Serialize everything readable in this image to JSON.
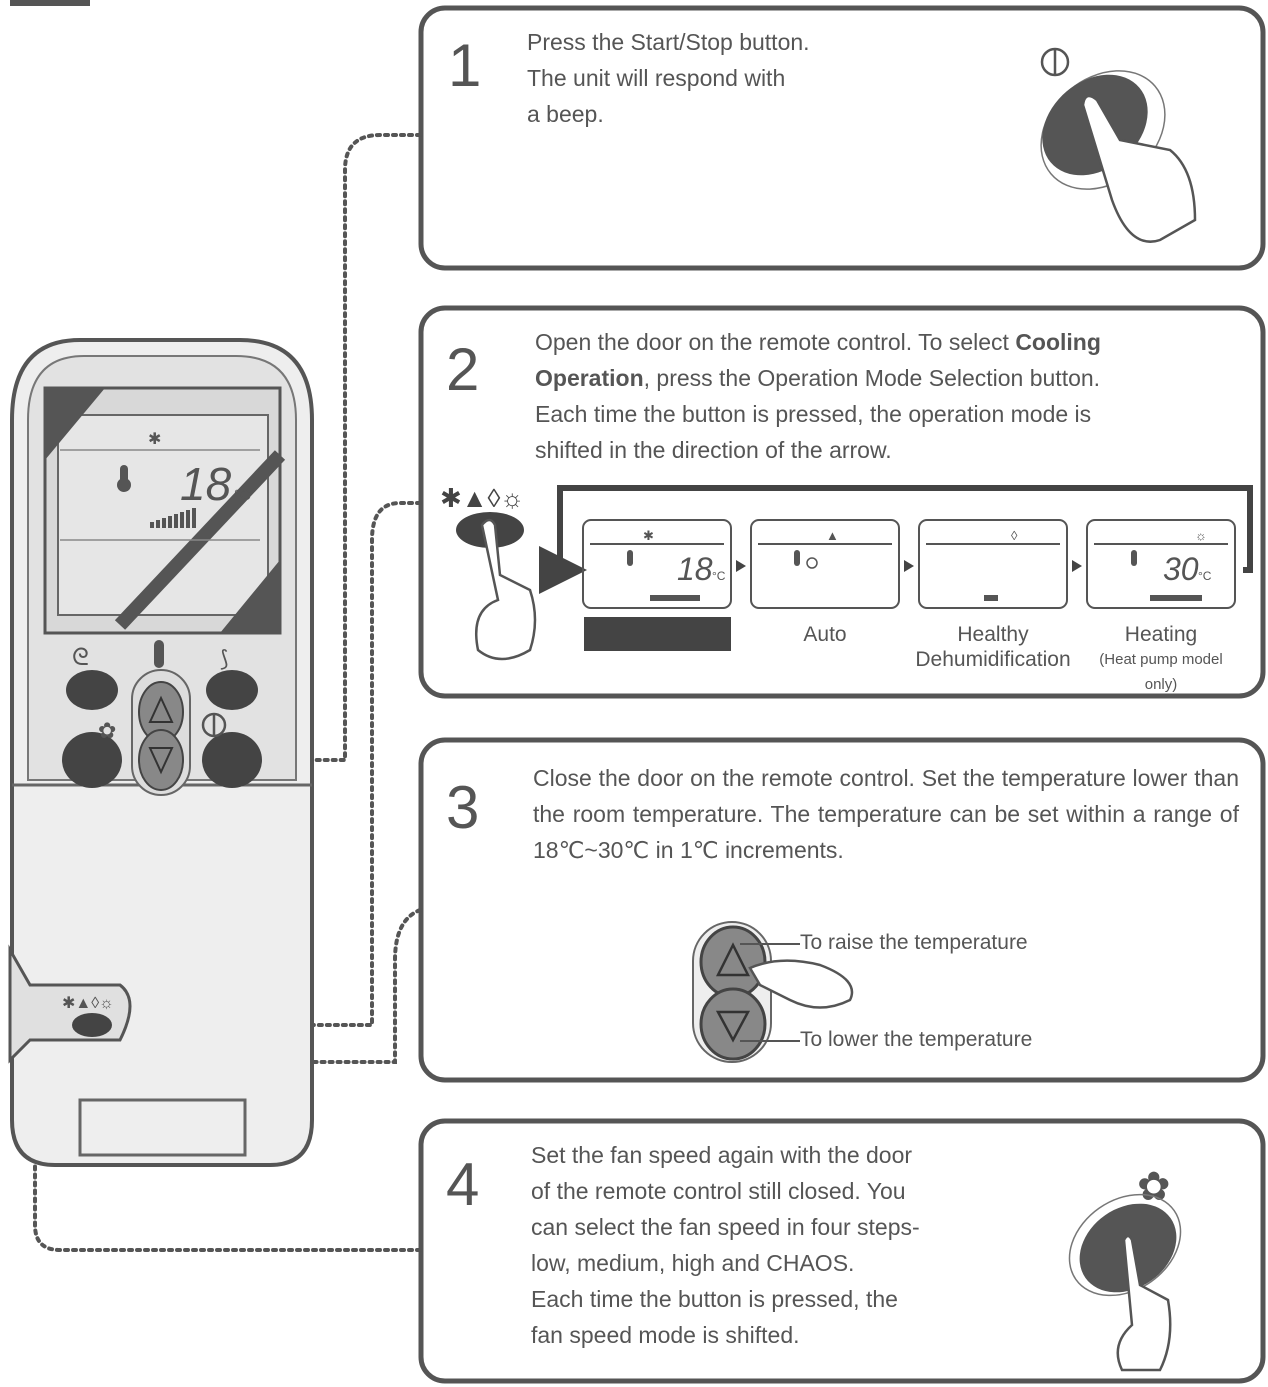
{
  "steps": [
    {
      "number": "1",
      "lines": [
        "Press the Start/Stop button.",
        "The unit will respond with",
        "a beep."
      ]
    },
    {
      "number": "2",
      "text_a": "Open the door on the remote control. To select ",
      "bold_a": "Cooling",
      "bold_b": "Operation",
      "text_b": ", press the Operation Mode Selection button.",
      "text_c": "Each time the button is pressed, the operation mode is",
      "text_d": "shifted in the direction of the arrow.",
      "modes": [
        {
          "label": "",
          "sub": "",
          "display_temp": "18",
          "unit": "°C",
          "symbol": "snowflake-icon"
        },
        {
          "label": "Auto",
          "sub": "",
          "display_temp": "",
          "unit": "",
          "symbol": "auto-mode-icon"
        },
        {
          "label": "Healthy",
          "sub": "Dehumidification",
          "display_temp": "",
          "unit": "",
          "symbol": "droplet-icon"
        },
        {
          "label": "Heating",
          "sub": "(Heat pump model only)",
          "display_temp": "30",
          "unit": "°C",
          "symbol": "sun-icon"
        }
      ]
    },
    {
      "number": "3",
      "text": "Close the door on the remote control. Set the temperature lower than the room temperature. The temperature can be set within a range of 18℃~30℃ in 1℃ increments.",
      "raise": "To raise the temperature",
      "lower": "To lower the temperature"
    },
    {
      "number": "4",
      "lines": [
        "Set the fan speed again with the door",
        "of the remote control still closed. You",
        "can select the fan speed in four steps-",
        "low, medium, high and CHAOS.",
        "Each time the button is pressed, the",
        "fan speed mode is shifted."
      ]
    }
  ],
  "remote": {
    "display_temp": "18",
    "unit": "°C",
    "icons": [
      "swing-icon",
      "thermometer-icon",
      "jet-cool-icon",
      "fan-icon",
      "power-icon",
      "up-arrow-icon",
      "down-arrow-icon"
    ]
  },
  "colors": {
    "line": "#555555",
    "button": "#444444",
    "dark_band": "#3a3a3a",
    "remote_body": "#eeeeee"
  }
}
